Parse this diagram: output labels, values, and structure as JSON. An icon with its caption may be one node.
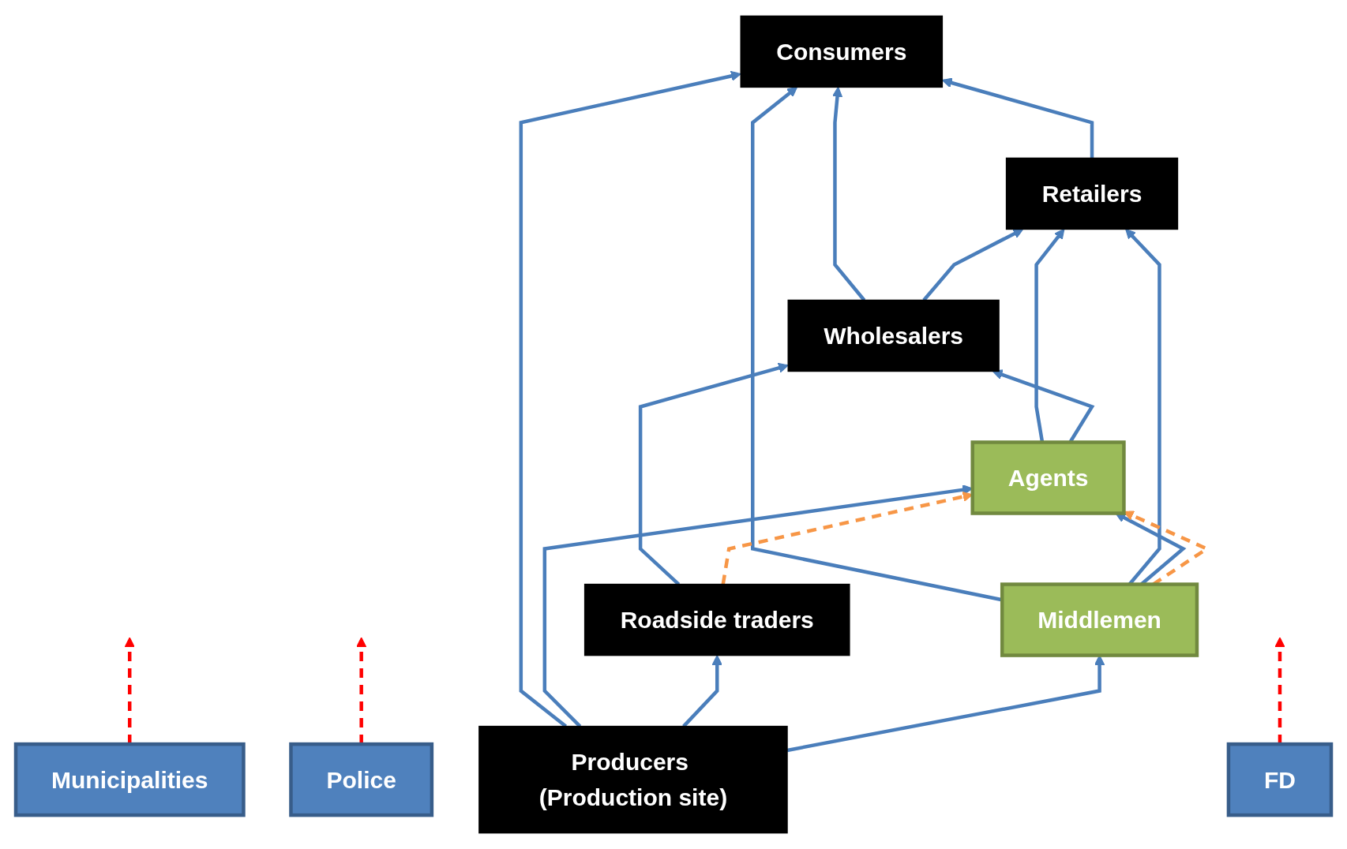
{
  "diagram": {
    "nodes": [
      {
        "text": [
          "Consumers"
        ]
      },
      {
        "text": [
          "Municipalities"
        ]
      },
      {
        "text": [
          "Retailers"
        ]
      },
      {
        "text": [
          "Wholesalers"
        ]
      },
      {
        "text": [
          "Police"
        ]
      },
      {
        "text": [
          "Agents"
        ]
      },
      {
        "text": [
          "Roadside traders"
        ]
      },
      {
        "text": [
          "FD"
        ]
      },
      {
        "text": [
          "Middlemen"
        ]
      },
      {
        "text": [
          "Producers (Production site)"
        ]
      }
    ],
    "edges": [
      {
        "from": 9,
        "to": 0,
        "arrow": "to"
      },
      {
        "from": 3,
        "to": 0,
        "arrow": "to"
      },
      {
        "from": 2,
        "to": 0,
        "arrow": "to"
      },
      {
        "from": 8,
        "to": 0,
        "arrow": "to"
      },
      {
        "from": 1,
        "to": null,
        "arrow": "to",
        "style": "dashed",
        "color": "#ff0000"
      },
      {
        "from": 3,
        "to": 2,
        "arrow": "to"
      },
      {
        "from": 5,
        "to": 2,
        "arrow": "to"
      },
      {
        "from": 8,
        "to": 2,
        "arrow": "to"
      },
      {
        "from": 6,
        "to": 3,
        "arrow": "to"
      },
      {
        "from": 5,
        "to": 3,
        "arrow": "to"
      },
      {
        "from": 4,
        "to": null,
        "arrow": "to",
        "style": "dashed",
        "color": "#ff0000"
      },
      {
        "from": 9,
        "to": 5,
        "arrow": "to"
      },
      {
        "from": 8,
        "to": 5,
        "arrow": "to"
      },
      {
        "from": 6,
        "to": 5,
        "arrow": "to",
        "style": "dashed",
        "color": "#f79646"
      },
      {
        "from": 8,
        "to": 5,
        "arrow": "to",
        "style": "dashed",
        "color": "#f79646"
      },
      {
        "from": 7,
        "to": null,
        "arrow": "to",
        "style": "dashed",
        "color": "#ff0000"
      },
      {
        "from": 9,
        "to": 6,
        "arrow": "to"
      },
      {
        "from": 9,
        "to": 8,
        "arrow": "to"
      }
    ]
  }
}
